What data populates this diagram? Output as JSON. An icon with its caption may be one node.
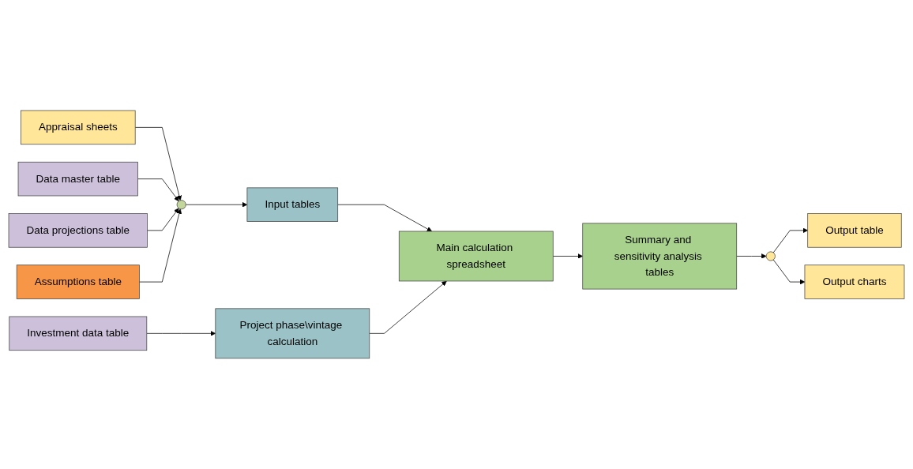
{
  "diagram": {
    "nodes": [
      {
        "text": [
          "Appraisal sheets"
        ]
      },
      {
        "text": [
          "Data master table"
        ]
      },
      {
        "text": [
          "Data projections table"
        ]
      },
      {
        "text": [
          "Assumptions table"
        ]
      },
      {
        "text": [],
        "shape": "circle"
      },
      {
        "text": [
          "Input tables"
        ]
      },
      {
        "text": [
          "Investment data table"
        ]
      },
      {
        "text": [
          "Main calculation spreadsheet"
        ]
      },
      {
        "text": [
          "Project phase\\vintage calculation"
        ]
      },
      {
        "text": [
          "Summary and sensitivity analysis tables"
        ]
      },
      {
        "text": [],
        "shape": "circle"
      },
      {
        "text": [
          "Output table"
        ]
      },
      {
        "text": [
          "Output charts"
        ]
      }
    ],
    "edges": [
      {
        "from": 0,
        "to": 4,
        "arrow": "to"
      },
      {
        "from": 1,
        "to": 4,
        "arrow": "to"
      },
      {
        "from": 2,
        "to": 4,
        "arrow": "to"
      },
      {
        "from": 3,
        "to": 4,
        "arrow": "to"
      },
      {
        "from": 4,
        "to": 5,
        "arrow": "to"
      },
      {
        "from": 5,
        "to": 7,
        "arrow": "to"
      },
      {
        "from": 6,
        "to": 8,
        "arrow": "to"
      },
      {
        "from": 8,
        "to": 7,
        "arrow": "to"
      },
      {
        "from": 7,
        "to": 9,
        "arrow": "to"
      },
      {
        "from": 9,
        "to": 10,
        "arrow": "to"
      },
      {
        "from": 10,
        "to": 11,
        "arrow": "to"
      },
      {
        "from": 10,
        "to": 12,
        "arrow": "to"
      }
    ]
  }
}
